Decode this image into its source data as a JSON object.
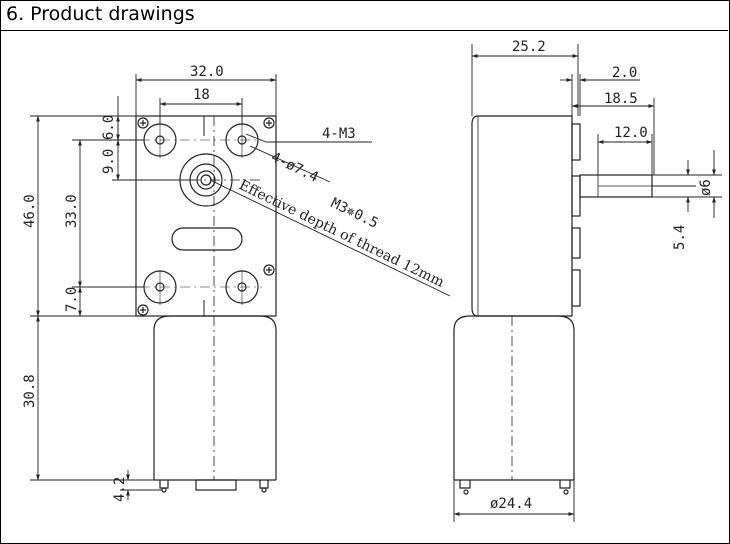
{
  "section_title": "6. Product drawings",
  "front_view": {
    "dims": {
      "width_total": "32.0",
      "hole_spacing_x": "18",
      "height_total": "46.0",
      "hole_spacing_y": "33.0",
      "top_offset": "6.0",
      "shaft_offset": "9.0",
      "bottom_offset": "7.0",
      "motor_length": "30.8",
      "terminal_length": "4.2"
    },
    "annotations": {
      "holes": "4-M3",
      "bore": "4-ø7.4",
      "thread": "M3✵0.5",
      "thread_depth": "Effective depth of thread 12mm"
    }
  },
  "side_view": {
    "dims": {
      "overall_depth": "25.2",
      "plate_thickness": "2.0",
      "shaft_offset": "18.5",
      "shaft_length": "12.0",
      "shaft_diameter": "ø6",
      "flat_width": "5.4",
      "motor_diameter": "ø24.4"
    }
  }
}
